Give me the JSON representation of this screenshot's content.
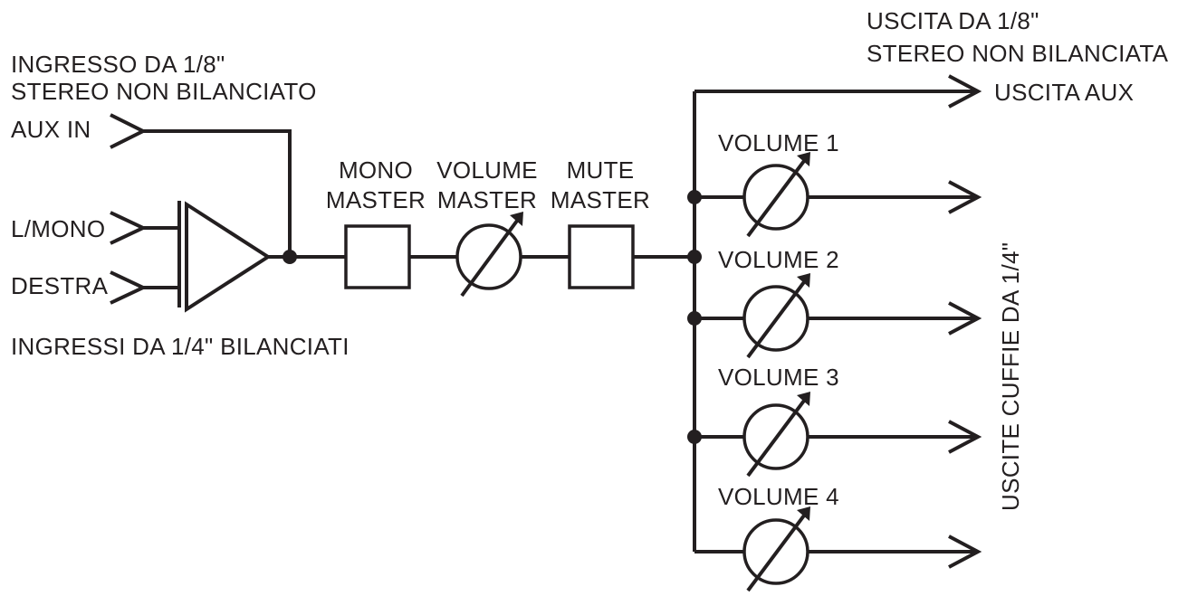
{
  "input_top_label": {
    "line1": "INGRESSO DA 1/8\"",
    "line2": "STEREO NON BILANCIATO"
  },
  "aux_in_label": "AUX IN",
  "left_mono_label": "L/MONO",
  "right_label": "DESTRA",
  "balanced_inputs_label": "INGRESSI DA 1/4\" BILANCIATI",
  "mono_master": {
    "line1": "MONO",
    "line2": "MASTER"
  },
  "volume_master": {
    "line1": "VOLUME",
    "line2": "MASTER"
  },
  "mute_master": {
    "line1": "MUTE",
    "line2": "MASTER"
  },
  "aux_output_top_label": {
    "line1": "USCITA DA 1/8\"",
    "line2": "STEREO NON BILANCIATA"
  },
  "aux_output_label": "USCITA AUX",
  "headphone_volumes": [
    "VOLUME 1",
    "VOLUME 2",
    "VOLUME 3",
    "VOLUME 4"
  ],
  "headphone_outputs_label": "USCITE CUFFIE DA 1/4\"",
  "colors": {
    "ink": "#231f20",
    "background": "#ffffff"
  }
}
